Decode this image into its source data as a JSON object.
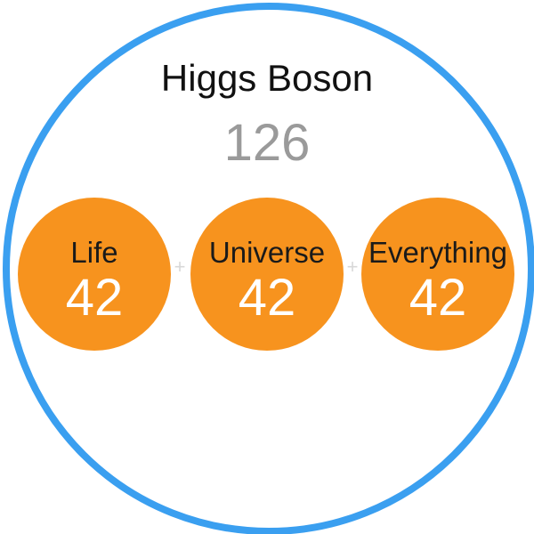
{
  "title": "Higgs Boson",
  "total": "126",
  "operator": "+",
  "components": [
    {
      "label": "Life",
      "value": "42"
    },
    {
      "label": "Universe",
      "value": "42"
    },
    {
      "label": "Everything",
      "value": "42"
    }
  ],
  "colors": {
    "ring": "#3a9ff0",
    "node_fill": "#f7931e",
    "total_text": "#9a9a9a",
    "operator_text": "#d8d8d8"
  }
}
